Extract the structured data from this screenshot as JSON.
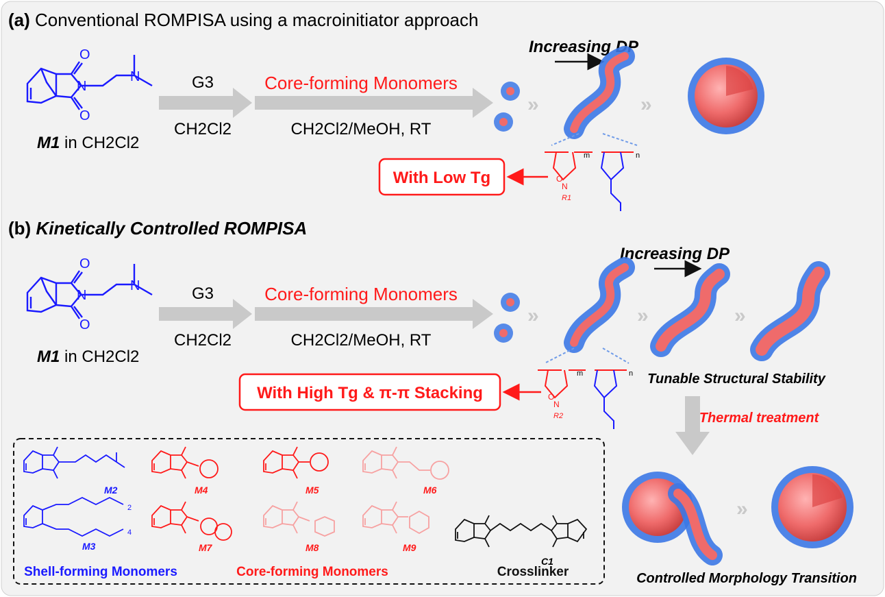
{
  "panel_a": {
    "label": "(a)",
    "title": "Conventional ROMPISA using a macroinitiator approach",
    "monomer_label": "M1",
    "monomer_solvent": "in CH2Cl2",
    "step1_above": "G3",
    "step1_below": "CH2Cl2",
    "step2_above": "Core-forming  Monomers",
    "step2_below": "CH2Cl2/MeOH,  RT",
    "increasing_label": "Increasing DP",
    "tg_box": "With Low Tg",
    "chain_r_label": "R1",
    "chain_m": "m",
    "chain_n": "n"
  },
  "panel_b": {
    "label": "(b)",
    "title": "Kinetically Controlled ROMPISA",
    "monomer_label": "M1",
    "monomer_solvent": "in CH2Cl2",
    "step1_above": "G3",
    "step1_below": "CH2Cl2",
    "step2_above": "Core-forming  Monomers",
    "step2_below": "CH2Cl2/MeOH,  RT",
    "increasing_label": "Increasing DP",
    "tg_box": "With High Tg & π-π Stacking",
    "chain_r_label": "R2",
    "chain_m": "m",
    "chain_n": "n",
    "stability_label": "Tunable Structural Stability",
    "thermal_label": "Thermal treatment",
    "transition_label": "Controlled Morphology Transition"
  },
  "monomer_box": {
    "items": [
      "M2",
      "M3",
      "M4",
      "M5",
      "M6",
      "M7",
      "M8",
      "M9",
      "C1"
    ],
    "m3_sub1": "2",
    "m3_sub2": "4",
    "shell_label": "Shell-forming Monomers",
    "core_label": "Core-forming Monomers",
    "crosslinker_label": "Crosslinker"
  },
  "colors": {
    "blue": "#1a1aff",
    "red": "#ff1a1a",
    "pink": "#f7a1a1",
    "micelle_core": "#ef6b6b",
    "corona": "#3c78e6",
    "panel_bg": "#f2f2f2",
    "arrow_gray": "#c9c9c9"
  }
}
